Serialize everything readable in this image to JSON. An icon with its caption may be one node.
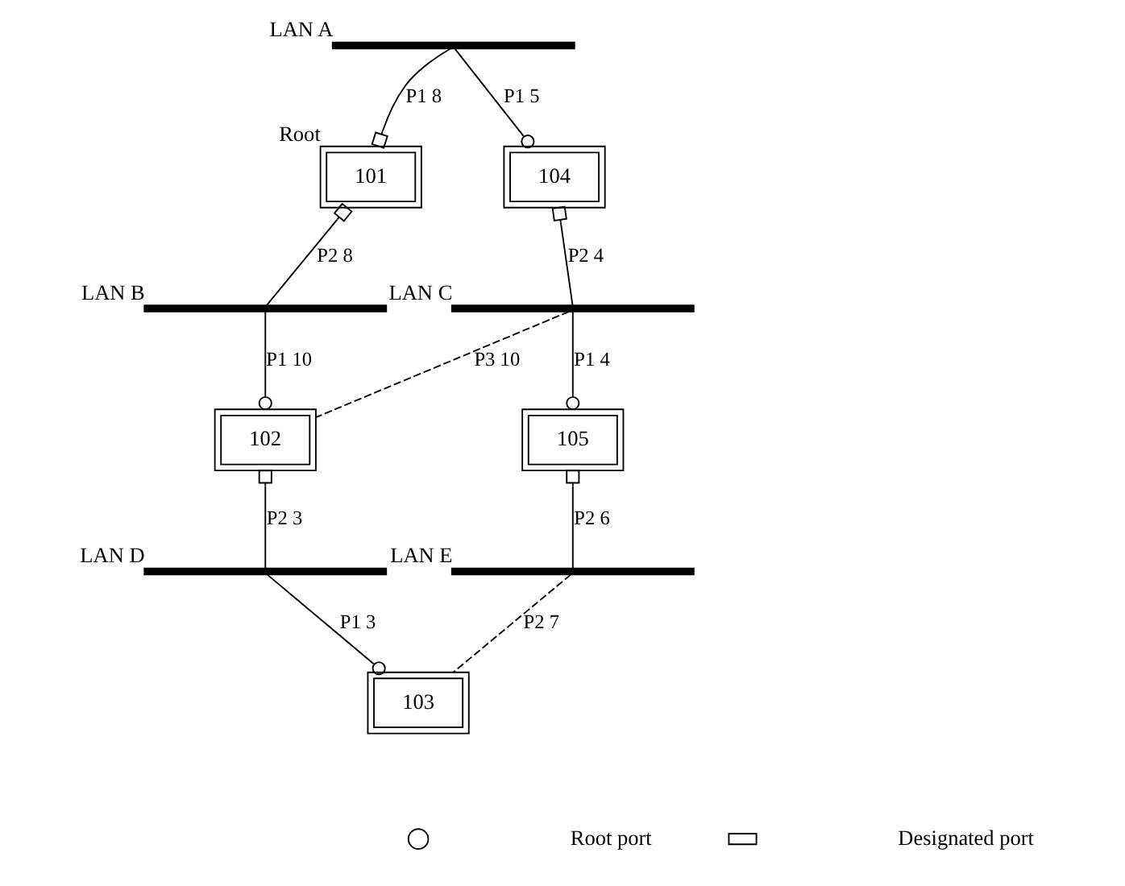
{
  "diagram": {
    "nodes": [
      {
        "text": [
          "LAN A"
        ]
      },
      {
        "text": [
          "101"
        ],
        "beside": [
          "Root"
        ]
      },
      {
        "text": [
          "104"
        ]
      },
      {
        "text": [
          "LAN B"
        ]
      },
      {
        "text": [
          "LAN C"
        ]
      },
      {
        "text": [
          "102"
        ]
      },
      {
        "text": [
          "105"
        ]
      },
      {
        "text": [
          "LAN D"
        ]
      },
      {
        "text": [
          "LAN E"
        ]
      },
      {
        "text": [
          "103"
        ]
      }
    ],
    "edges": [
      {
        "from": 1,
        "to": 0,
        "arrow": "other",
        "label": "P1 8"
      },
      {
        "from": 2,
        "to": 0,
        "arrow": "other",
        "label": "P1 5"
      },
      {
        "from": 1,
        "to": 3,
        "arrow": "other",
        "label": "P2 8"
      },
      {
        "from": 2,
        "to": 4,
        "arrow": "other",
        "label": "P2 4"
      },
      {
        "from": 5,
        "to": 3,
        "arrow": "other",
        "label": "P1 10"
      },
      {
        "from": 5,
        "to": 4,
        "arrow": "none",
        "label": "P3 10",
        "style": "dashed"
      },
      {
        "from": 6,
        "to": 4,
        "arrow": "other",
        "label": "P1 4"
      },
      {
        "from": 5,
        "to": 7,
        "arrow": "other",
        "label": "P2 3"
      },
      {
        "from": 6,
        "to": 8,
        "arrow": "other",
        "label": "P2 6"
      },
      {
        "from": 9,
        "to": 7,
        "arrow": "other",
        "label": "P1 3"
      },
      {
        "from": 9,
        "to": 8,
        "arrow": "none",
        "label": "P2 7",
        "style": "dashed"
      }
    ],
    "legend": [
      {
        "text": "Root port"
      },
      {
        "text": "Designated port"
      }
    ]
  }
}
